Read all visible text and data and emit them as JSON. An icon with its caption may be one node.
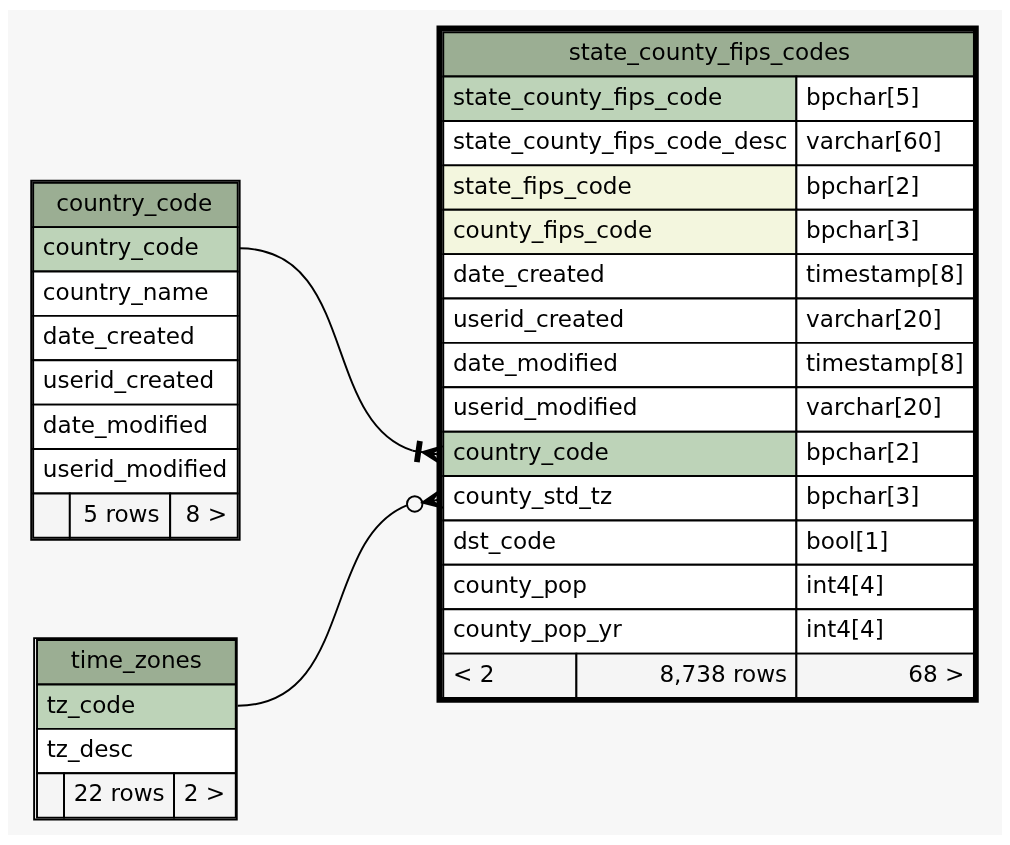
{
  "diagram": {
    "nodes": [
      {
        "text": [
          "country_code",
          "country_code",
          "country_name",
          "date_created",
          "userid_created",
          "date_modified",
          "userid_modified",
          "5 rows",
          "8 >"
        ]
      },
      {
        "text": [
          "time_zones",
          "tz_code",
          "tz_desc",
          "22 rows",
          "2 >"
        ]
      },
      {
        "text": [
          "state_county_fips_codes",
          "state_county_fips_code",
          "bpchar[5]",
          "state_county_fips_code_desc",
          "varchar[60]",
          "state_fips_code",
          "bpchar[2]",
          "county_fips_code",
          "bpchar[3]",
          "date_created",
          "timestamp[8]",
          "userid_created",
          "varchar[20]",
          "date_modified",
          "timestamp[8]",
          "userid_modified",
          "varchar[20]",
          "country_code",
          "bpchar[2]",
          "county_std_tz",
          "bpchar[3]",
          "dst_code",
          "bool[1]",
          "county_pop",
          "int4[4]",
          "county_pop_yr",
          "int4[4]",
          "< 2",
          "8,738 rows",
          "68 >"
        ]
      }
    ],
    "edges": [
      {
        "from": 0,
        "to": 2,
        "arrow": "other"
      },
      {
        "from": 1,
        "to": 2,
        "arrow": "other"
      }
    ]
  }
}
